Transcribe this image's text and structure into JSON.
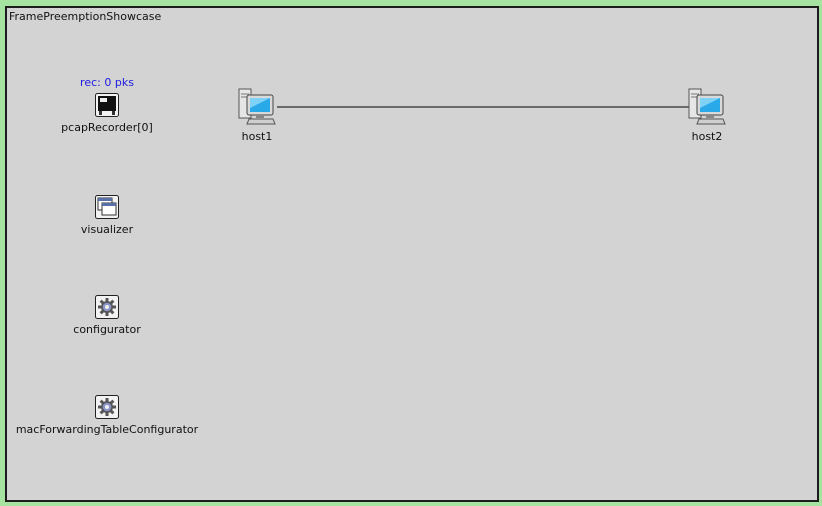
{
  "network": {
    "name": "FramePreemptionShowcase"
  },
  "modules": {
    "pcapRecorder": {
      "label": "pcapRecorder[0]",
      "status": "rec: 0 pks",
      "icon": "recorder-icon"
    },
    "visualizer": {
      "label": "visualizer",
      "icon": "visualizer-icon"
    },
    "configurator": {
      "label": "configurator",
      "icon": "gear-icon"
    },
    "macConfigurator": {
      "label": "macForwardingTableConfigurator",
      "icon": "gear-icon"
    },
    "host1": {
      "label": "host1",
      "icon": "computer-icon"
    },
    "host2": {
      "label": "host2",
      "icon": "computer-icon"
    }
  },
  "colors": {
    "outer_background": "#a6e3a0",
    "canvas_background": "#d3d3d3",
    "status_text": "#1a1ae0",
    "link": "#000000"
  }
}
